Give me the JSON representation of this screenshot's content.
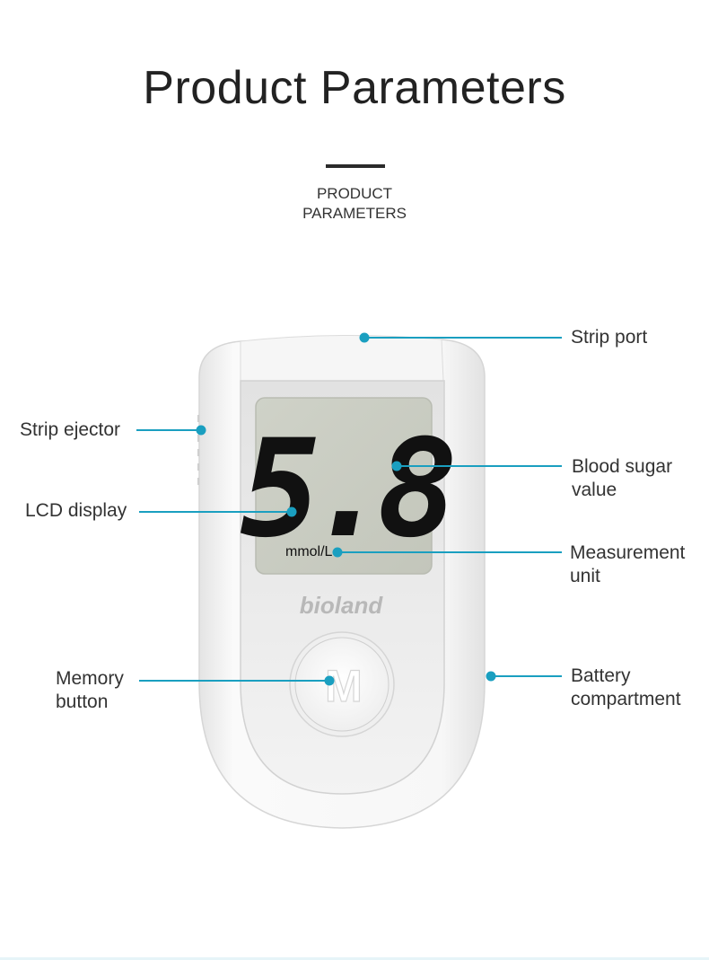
{
  "header": {
    "title": "Product Parameters",
    "subtitle_line1": "PRODUCT",
    "subtitle_line2": "PARAMETERS"
  },
  "device": {
    "brand": "bioland",
    "display_value": "5.8",
    "display_unit": "mmol/L",
    "button_letter": "M"
  },
  "callouts": {
    "strip_port": "Strip port",
    "strip_ejector": "Strip ejector",
    "blood_sugar_line1": "Blood sugar",
    "blood_sugar_line2": "value",
    "lcd_display": "LCD display",
    "measurement_unit_line1": "Measurement",
    "measurement_unit_line2": "unit",
    "memory_button_line1": "Memory",
    "memory_button_line2": "button",
    "battery_line1": "Battery",
    "battery_line2": "compartment"
  },
  "colors": {
    "accent": "#1a9fc0",
    "lcd_background": "#c9ccc1",
    "device_body": "#f4f4f4",
    "digit": "#111111"
  }
}
